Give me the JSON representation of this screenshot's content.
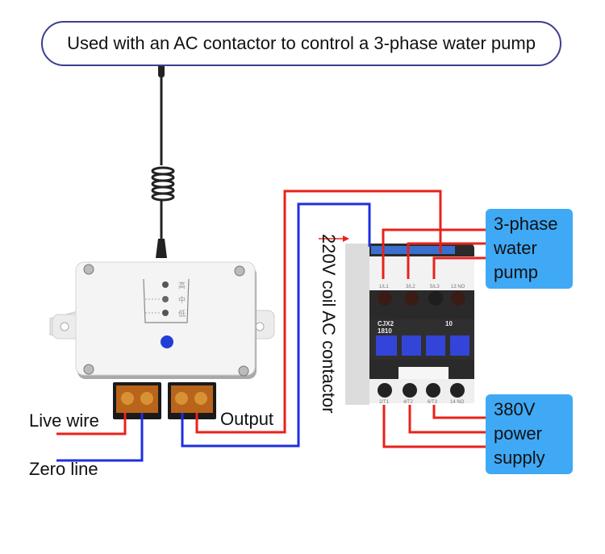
{
  "title": "Used with an AC contactor to control a 3-phase water pump",
  "labels": {
    "live_wire": "Live wire",
    "zero_line": "Zero line",
    "output": "Output",
    "coil": "220V coil AC contactor"
  },
  "boxes": {
    "pump": [
      "3-phase",
      "water",
      "pump"
    ],
    "supply": [
      "380V",
      "power",
      "supply"
    ]
  },
  "contactor": {
    "model": [
      "CJX2",
      "1810"
    ],
    "aux_code": "10",
    "top_terminals": [
      "1/L1",
      "3/L2",
      "5/L3",
      "13 NO"
    ],
    "bottom_terminals": [
      "2/T1",
      "4/T2",
      "6/T3",
      "14 NO"
    ]
  },
  "receiver": {
    "indicator_labels": [
      "高",
      "中",
      "低"
    ]
  },
  "colors": {
    "live": "#e8221b",
    "neutral": "#1f2fe0",
    "box": "#3fa9f5",
    "pill_border": "#3b3e8f"
  }
}
